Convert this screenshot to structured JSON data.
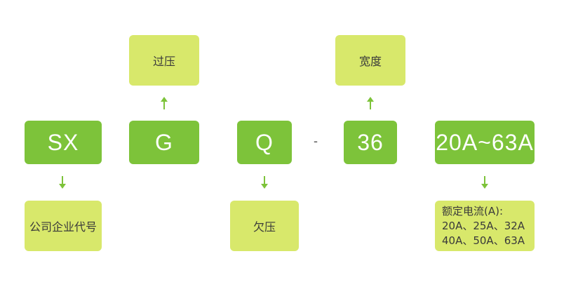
{
  "codes": {
    "sx": "SX",
    "g": "G",
    "q": "Q",
    "separator": "-",
    "width": "36",
    "current": "20A~63A"
  },
  "descriptions": {
    "company": "公司企业代号",
    "overvoltage": "过压",
    "undervoltage": "欠压",
    "width": "宽度",
    "rated_current_title": "额定电流(A):",
    "rated_current_line1": "20A、25A、32A",
    "rated_current_line2": "40A、50A、63A"
  },
  "colors": {
    "code_box": "#7dc33a",
    "desc_box": "#d8e86b",
    "arrow": "#7dc33a"
  }
}
